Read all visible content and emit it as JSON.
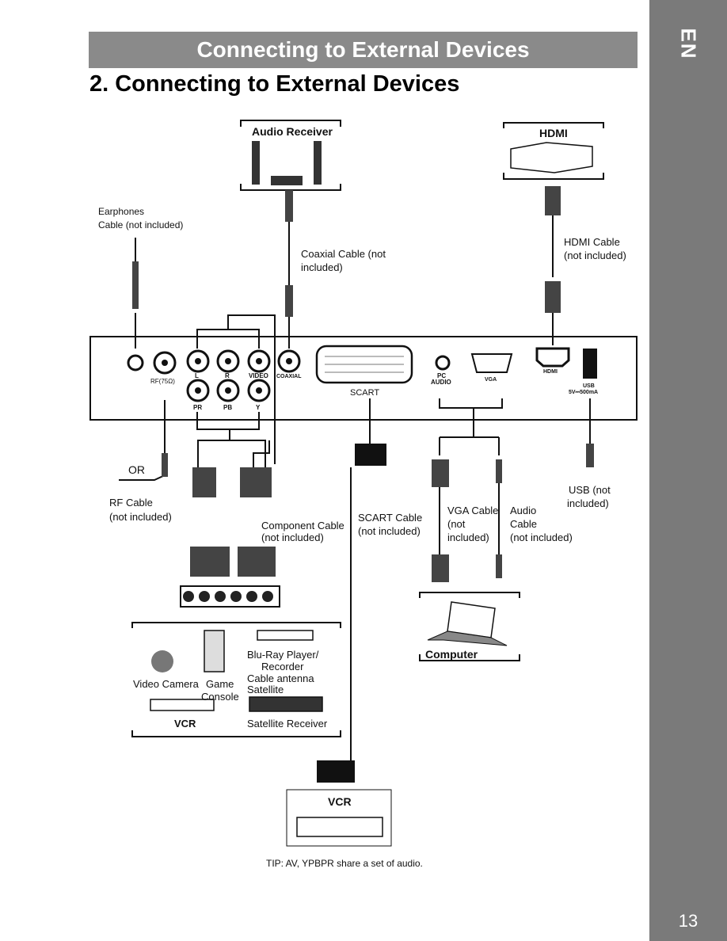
{
  "banner": "Connecting to External Devices",
  "heading": "2.  Connecting to External Devices",
  "side_tab": "EN",
  "page_number": "13",
  "boxes": {
    "audio_receiver": "Audio Receiver",
    "hdmi": "HDMI",
    "computer": "Computer",
    "vcr_bottom": "VCR"
  },
  "labels": {
    "earphones_line1": "Earphones",
    "earphones_line2": "Cable (not included)",
    "coaxial_line1": "Coaxial Cable (not",
    "coaxial_line2": "included)",
    "hdmi_cable_line1": "HDMI Cable",
    "hdmi_cable_line2": "(not included)",
    "rf_cable_line1": "RF Cable",
    "rf_cable_line2": "(not included)",
    "or": "OR",
    "component_line1": "Component Cable",
    "component_line2": "(not included)",
    "scart_cable_line1": "SCART Cable",
    "scart_cable_line2": "(not included)",
    "vga_cable_line1": "VGA Cable",
    "vga_cable_line2": "(not",
    "vga_cable_line3": "included)",
    "audio_cable_line1": "Audio",
    "audio_cable_line2": "Cable",
    "audio_cable_line3": "(not included)",
    "usb_line1": "USB (not",
    "usb_line2": "included)",
    "tip": "TIP: AV, YPBPR share a set of audio."
  },
  "panel_ports": {
    "rf": "RF(75Ω)",
    "l": "L",
    "r": "R",
    "video": "VIDEO",
    "coaxial": "COAXIAL",
    "pr": "PR",
    "pb": "PB",
    "y": "Y",
    "scart": "SCART",
    "pc_audio_1": "PC",
    "pc_audio_2": "AUDIO",
    "vga": "VGA",
    "hdmi": "HDMI",
    "usb_1": "USB",
    "usb_2": "5V⎓500mA"
  },
  "devices": {
    "video_camera": "Video Camera",
    "game_1": "Game",
    "game_2": "Console",
    "vcr": "VCR",
    "bluray_1": "Blu-Ray Player/",
    "bluray_2": "Recorder",
    "cable_antenna": "Cable antenna",
    "satellite": "Satellite",
    "satellite_receiver": "Satellite Receiver"
  }
}
